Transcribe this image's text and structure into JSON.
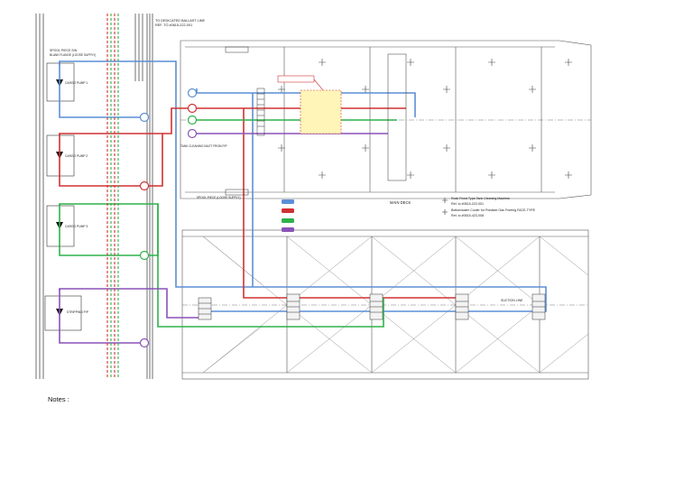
{
  "colors": {
    "blue": "#5b8fd6",
    "red": "#d03232",
    "green": "#2fb24a",
    "purple": "#8a52b8",
    "line": "#333333",
    "highlight": "#fff5b8"
  },
  "labels": {
    "top_note_1": "TO DEDICATED BALLAST LINE",
    "top_note_2": "REF. TO #0615-222-001",
    "spool_piece": "SPOOL PIECE S/N",
    "blank_flange": "BLANK FLANGE (LOOSE SUPPLY)",
    "cargo_pump_1": "CARGO PUMP 1",
    "cargo_pump_2": "CARGO PUMP 2",
    "cargo_pump_3": "CARGO PUMP 3",
    "stripping_pump": "STRIPPING P/P",
    "main_deck": "MAIN DECK",
    "suction_line": "SUCTION LINE",
    "spool_loose": "SPOOL PIECE (LOOSE SUPPLY)",
    "tank_cleaning": "TANK CLEANING INLET FROM P/P",
    "legend_1": "Rock Fixed Type Tank Cleaning Machine",
    "legend_1_ref": "Ref. to #0615-222-001",
    "legend_2": "Bottomwater Cooler for Portable Gas Freeing FACE-TYPE",
    "legend_2_ref": "Ref. to #0615-423-008"
  },
  "notes_label": "Notes :"
}
